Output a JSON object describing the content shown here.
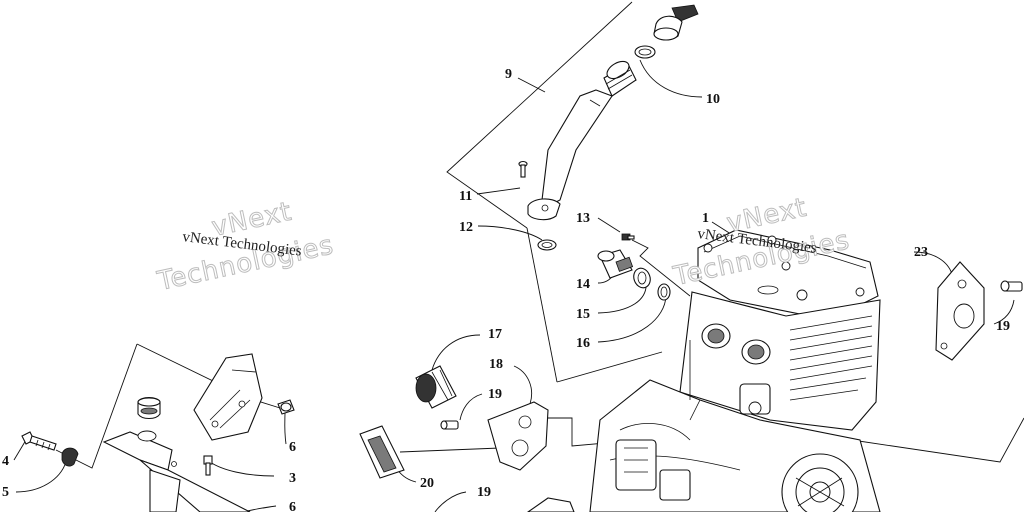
{
  "callouts": {
    "c1": "1",
    "c3": "3",
    "c4": "4",
    "c5": "5",
    "c6a": "6",
    "c6b": "6",
    "c9": "9",
    "c10": "10",
    "c11": "11",
    "c12": "12",
    "c13": "13",
    "c14": "14",
    "c15": "15",
    "c16": "16",
    "c17": "17",
    "c18": "18",
    "c19a": "19",
    "c19b": "19",
    "c19c": "19",
    "c20": "20",
    "c23": "23"
  },
  "watermarks": {
    "line": "vNext Technologies",
    "ghost_top": "vNext",
    "ghost_bottom": "Technologies"
  },
  "colors": {
    "ink": "#111111",
    "background": "#ffffff",
    "watermark_outline": "#bdbdbd"
  }
}
